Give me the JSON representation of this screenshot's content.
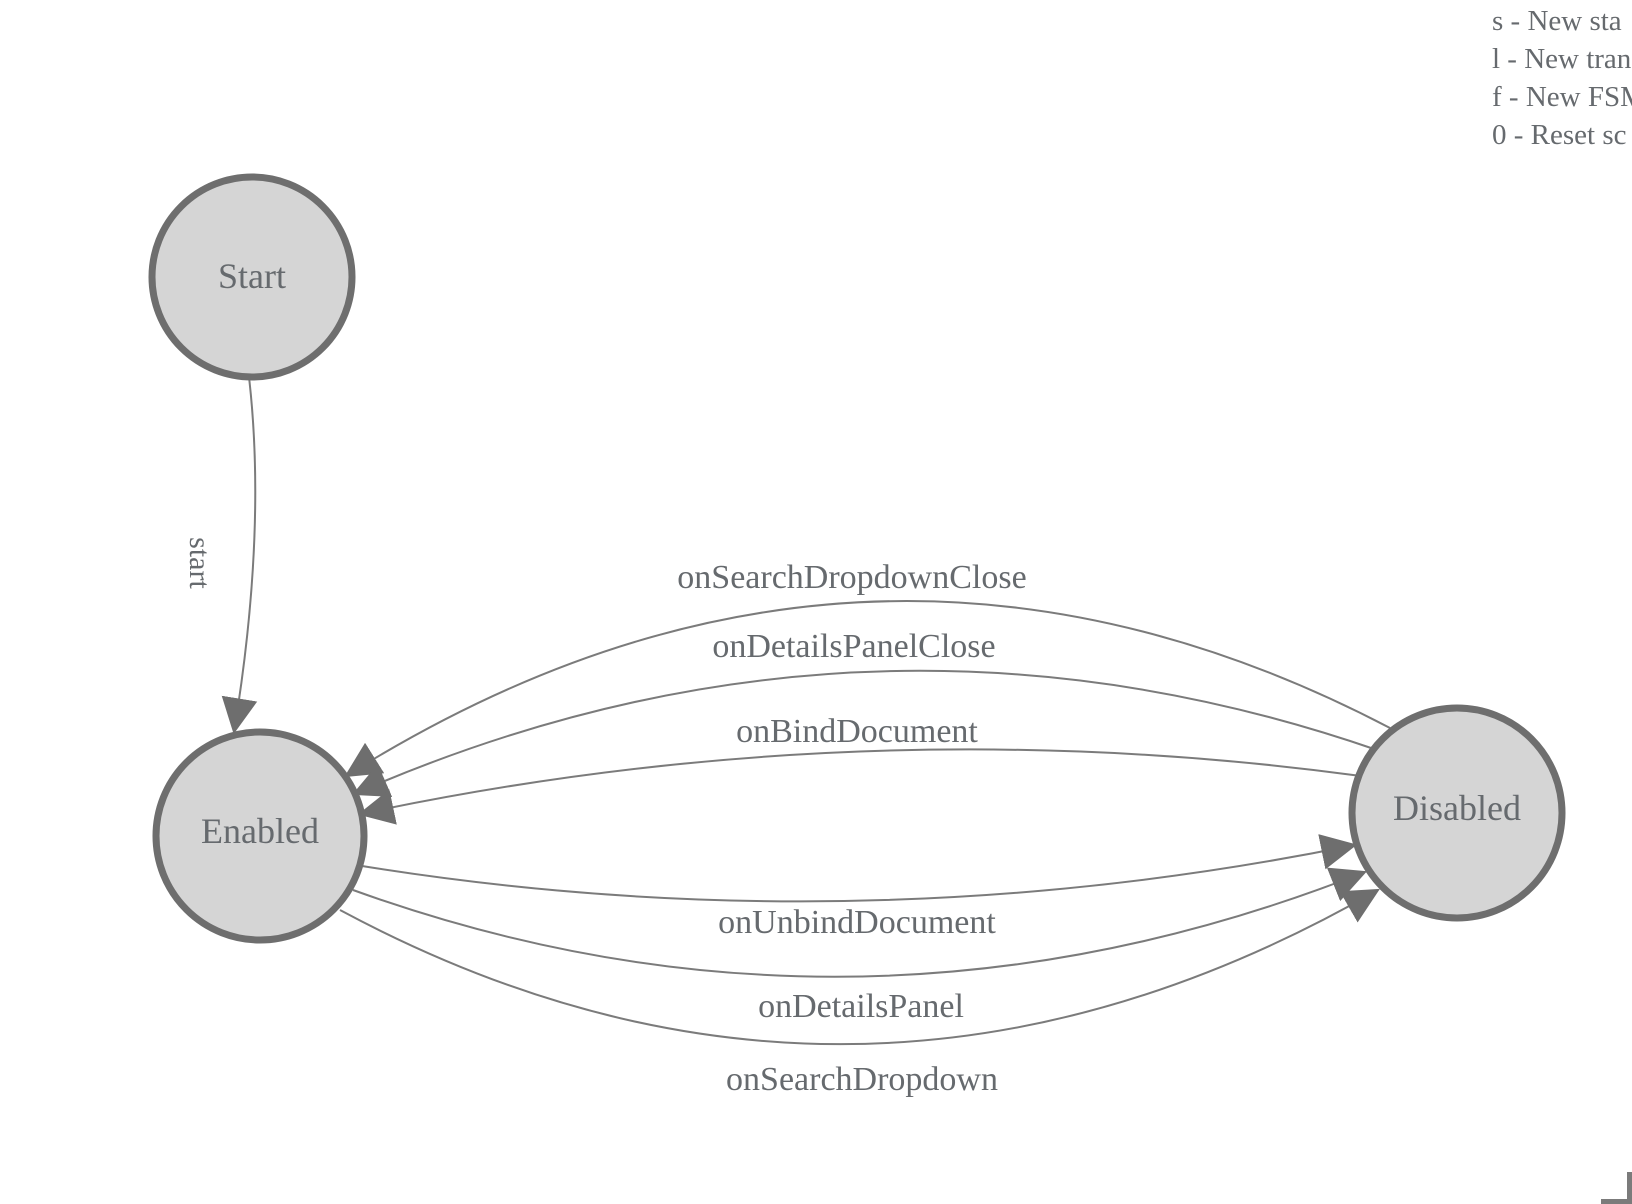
{
  "legend": {
    "lines": [
      "s - New sta",
      "l - New tran",
      "f - New FSM",
      "0 - Reset sc"
    ]
  },
  "diagram": {
    "type": "finite-state-machine",
    "states": [
      {
        "name": "Start"
      },
      {
        "name": "Enabled"
      },
      {
        "name": "Disabled"
      }
    ],
    "transitions": [
      {
        "from": "Start",
        "to": "Enabled",
        "label": "start"
      },
      {
        "from": "Disabled",
        "to": "Enabled",
        "label": "onSearchDropdownClose"
      },
      {
        "from": "Disabled",
        "to": "Enabled",
        "label": "onDetailsPanelClose"
      },
      {
        "from": "Disabled",
        "to": "Enabled",
        "label": "onBindDocument"
      },
      {
        "from": "Enabled",
        "to": "Disabled",
        "label": "onUnbindDocument"
      },
      {
        "from": "Enabled",
        "to": "Disabled",
        "label": "onDetailsPanel"
      },
      {
        "from": "Enabled",
        "to": "Disabled",
        "label": "onSearchDropdown"
      }
    ],
    "colors": {
      "state_fill": "#d5d5d5",
      "state_stroke": "#6e6e6e",
      "edge": "#7b7b7b",
      "text": "#666a6e"
    }
  }
}
